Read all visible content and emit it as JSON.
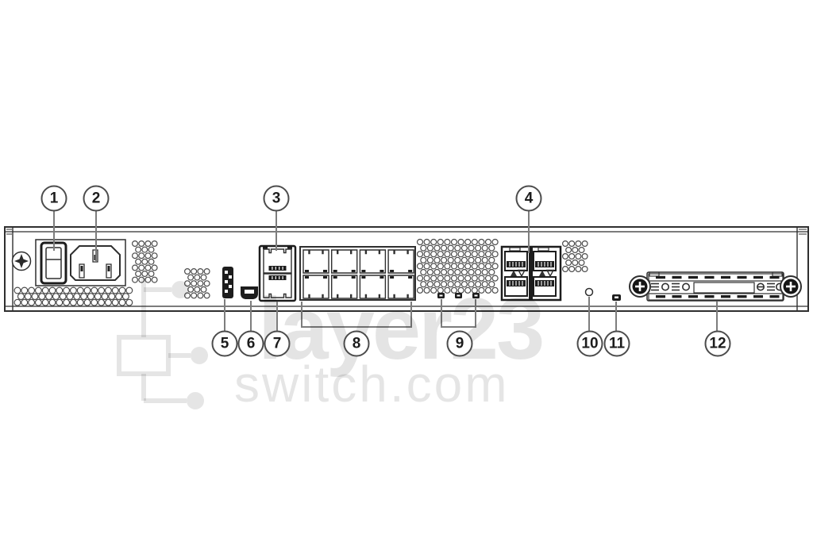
{
  "diagram": {
    "title": "network appliance rear panel with numbered callouts",
    "callouts": [
      {
        "label": "1",
        "target": "power-switch"
      },
      {
        "label": "2",
        "target": "ac-power-inlet"
      },
      {
        "label": "3",
        "target": "management-port-upper"
      },
      {
        "label": "4",
        "target": "sfp-port-block"
      },
      {
        "label": "5",
        "target": "pin-header-connector"
      },
      {
        "label": "6",
        "target": "mini-usb-port"
      },
      {
        "label": "7",
        "target": "management-port-lower"
      },
      {
        "label": "8",
        "target": "eight-port-ethernet-block"
      },
      {
        "label": "9",
        "target": "status-leds"
      },
      {
        "label": "10",
        "target": "reset-button"
      },
      {
        "label": "11",
        "target": "indicator-led"
      },
      {
        "label": "12",
        "target": "ssd-slot"
      }
    ],
    "colors": {
      "line": "#2f2f2f",
      "dark_fill": "#1d1d1d",
      "leader_line": "#7d7d7d",
      "callout_border": "#4c4c4c",
      "watermark_gray": "#e6e6e6"
    }
  },
  "watermark": {
    "brand": "layer23",
    "domain": "switch.com"
  }
}
